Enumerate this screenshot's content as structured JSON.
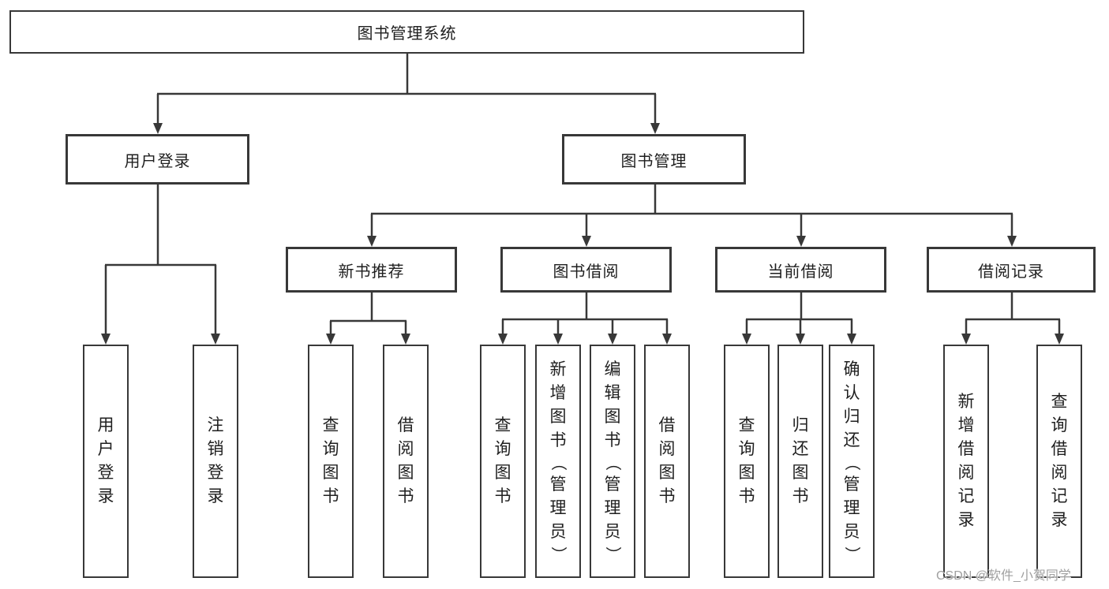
{
  "diagram": {
    "title": "图书管理系统",
    "tree": {
      "label": "图书管理系统",
      "children": [
        {
          "label": "用户登录",
          "children": [
            {
              "label": "用户登录"
            },
            {
              "label": "注销登录"
            }
          ]
        },
        {
          "label": "图书管理",
          "children": [
            {
              "label": "新书推荐",
              "children": [
                {
                  "label": "查询图书"
                },
                {
                  "label": "借阅图书"
                }
              ]
            },
            {
              "label": "图书借阅",
              "children": [
                {
                  "label": "查询图书"
                },
                {
                  "label": "新增图书（管理员）"
                },
                {
                  "label": "编辑图书（管理员）"
                },
                {
                  "label": "借阅图书"
                }
              ]
            },
            {
              "label": "当前借阅",
              "children": [
                {
                  "label": "查询图书"
                },
                {
                  "label": "归还图书"
                },
                {
                  "label": "确认归还（管理员）"
                }
              ]
            },
            {
              "label": "借阅记录",
              "children": [
                {
                  "label": "新增借阅记录"
                },
                {
                  "label": "查询借阅记录"
                }
              ]
            }
          ]
        }
      ]
    },
    "colors": {
      "line": "#383838",
      "text": "#1f1f1f",
      "background": "#ffffff",
      "watermark": "#a0a0a0"
    }
  },
  "watermark": {
    "text": "CSDN @软件_小贺同学"
  }
}
